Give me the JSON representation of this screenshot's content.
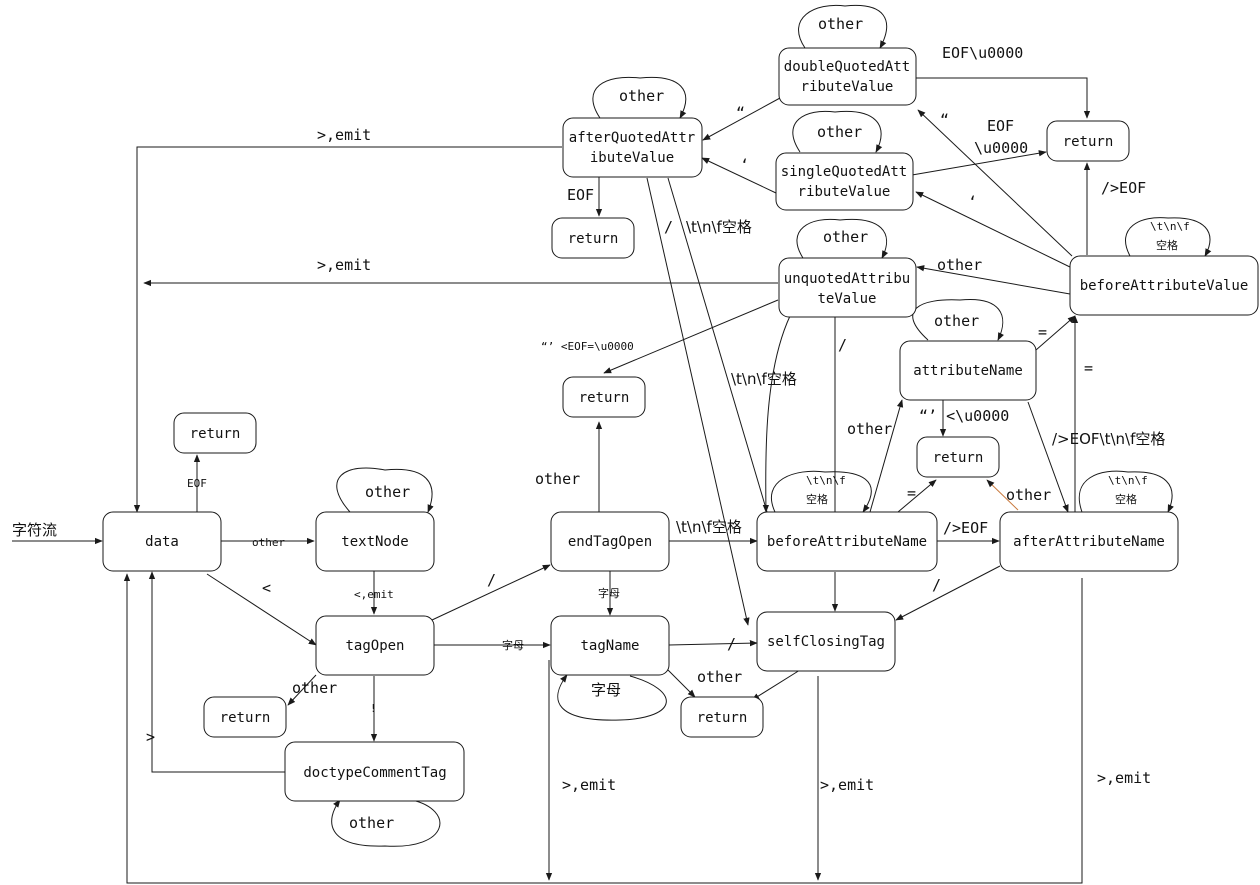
{
  "nodes": {
    "data": "data",
    "textNode": "textNode",
    "tagOpen": "tagOpen",
    "return_data": "return",
    "return_tagOpen": "return",
    "doctypeCommentTag": "doctypeCommentTag",
    "endTagOpen": "endTagOpen",
    "return_endTagOpen": "return",
    "tagName": "tagName",
    "return_tagName": "return",
    "selfClosingTag": "selfClosingTag",
    "beforeAttributeName": "beforeAttributeName",
    "afterAttributeName": "afterAttributeName",
    "attributeName": "attributeName",
    "return_attributeName": "return",
    "unquotedAttributeValue": [
      "unquotedAttribu",
      "teValue"
    ],
    "beforeAttributeValue": "beforeAttributeValue",
    "afterQuotedAttributeValue": [
      "afterQuotedAttr",
      "ibuteValue"
    ],
    "return_afterQuoted": "return",
    "doubleQuotedAttributeValue": [
      "doubleQuotedAtt",
      "ributeValue"
    ],
    "singleQuotedAttributeValue": [
      "singleQuotedAtt",
      "ributeValue"
    ],
    "return_quoted": "return"
  },
  "labels": {
    "input": "字符流",
    "data_other": "other",
    "data_eof": "EOF",
    "data_lt": "<",
    "textNode_other": "other",
    "textNode_lt_emit": "<,emit",
    "tagOpen_slash": "/",
    "tagOpen_letter": "字母",
    "tagOpen_other": "other",
    "tagOpen_bang": "!",
    "doctype_gt": ">",
    "doctype_other": "other",
    "endTagOpen_other": "other",
    "endTagOpen_letter": "字母",
    "endTagOpen_ws": "\\t\\n\\f空格",
    "tagName_slash": "/",
    "tagName_letter": "字母",
    "tagName_other": "other",
    "tagName_emit": ">,emit",
    "selfClosing_emit": ">,emit",
    "afterAttr_emit": ">,emit",
    "bAN_self": "\\t\\n\\f",
    "bAN_self2": "空格",
    "bAN_to_aAN": "/>EOF",
    "bAN_to_attrName": "other",
    "aAN_self": "\\t\\n\\f",
    "aAN_self2": "空格",
    "aAN_slash": "/",
    "aAN_to_return": "other",
    "attrName_self": "other",
    "attrName_eq": "=",
    "attrName_quote": "“’ <\\u0000",
    "attrName_to_aAN": "/>EOF\\t\\n\\f空格",
    "aAN_eq": "=",
    "bAN_eq": "=",
    "bAV_self": "\\t\\n\\f",
    "bAV_self2": "空格",
    "bAV_eof": "/>EOF",
    "bAV_dq": "“",
    "bAV_sq": "‘",
    "bAV_other": "other",
    "unq_self": "other",
    "unq_emit": ">,emit",
    "unq_quote": "“’ <EOF=\\u0000",
    "unq_ws": "\\t\\n\\f空格",
    "unq_slash": "/",
    "aqav_self": "other",
    "aqav_emit": ">,emit",
    "aqav_eof": "EOF",
    "aqav_slash": "/",
    "aqav_ws": "\\t\\n\\f空格",
    "dq_self": "other",
    "dq_eof": "EOF\\u0000",
    "dq_to_aqav": "“",
    "sq_self": "other",
    "sq_eof": "EOF",
    "sq_eof2": "\\u0000",
    "sq_to_aqav": "‘"
  }
}
